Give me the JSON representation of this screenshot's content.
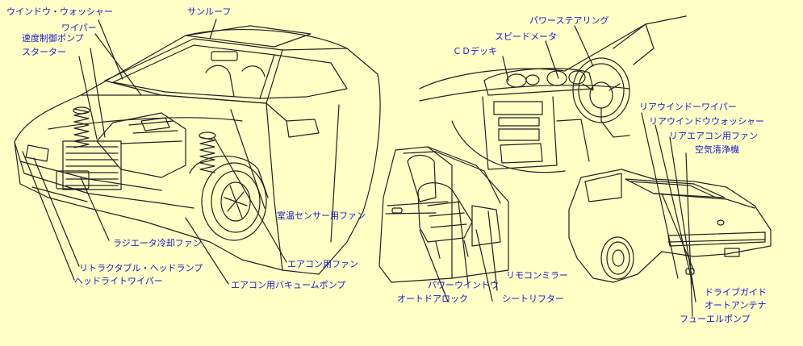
{
  "colors": {
    "background": "#ffffc6",
    "label_text": "#1a1acc",
    "line_art": "#222222"
  },
  "labels": {
    "window_washer": "ウインドウ・ウォッシャー",
    "sunroof": "サンルーフ",
    "wiper": "ワイパー",
    "speed_pump": "速度制御ポンプ",
    "starter": "スターター",
    "room_temp_fan": "室温センサー用ファン",
    "radiator_fan": "ラジエータ冷却ファン",
    "aircon_fan": "エアコン用ファン",
    "retractable_lamp": "リトラクタブル・ヘッドランプ",
    "headlight_wiper": "ヘッドライトワイパー",
    "aircon_vacuum_pump": "エアコン用バキュームポンプ",
    "power_steering": "パワーステアリング",
    "speedometer": "スピードメータ",
    "cd_deck": "ＣＤデッキ",
    "rear_window_wiper": "リアウインドーワイパー",
    "rear_window_washer": "リアウインドウウォッシャー",
    "rear_aircon_fan": "リアエアコン用ファン",
    "air_purifier": "空気清浄機",
    "power_window": "パワーウインドウ",
    "remote_mirror": "リモコンミラー",
    "auto_door_lock": "オートドアロック",
    "seat_lifter": "シートリフター",
    "drive_guide": "ドライブガイド",
    "auto_antenna": "オートアンテナ",
    "fuel_pump": "フューエルポンプ"
  }
}
